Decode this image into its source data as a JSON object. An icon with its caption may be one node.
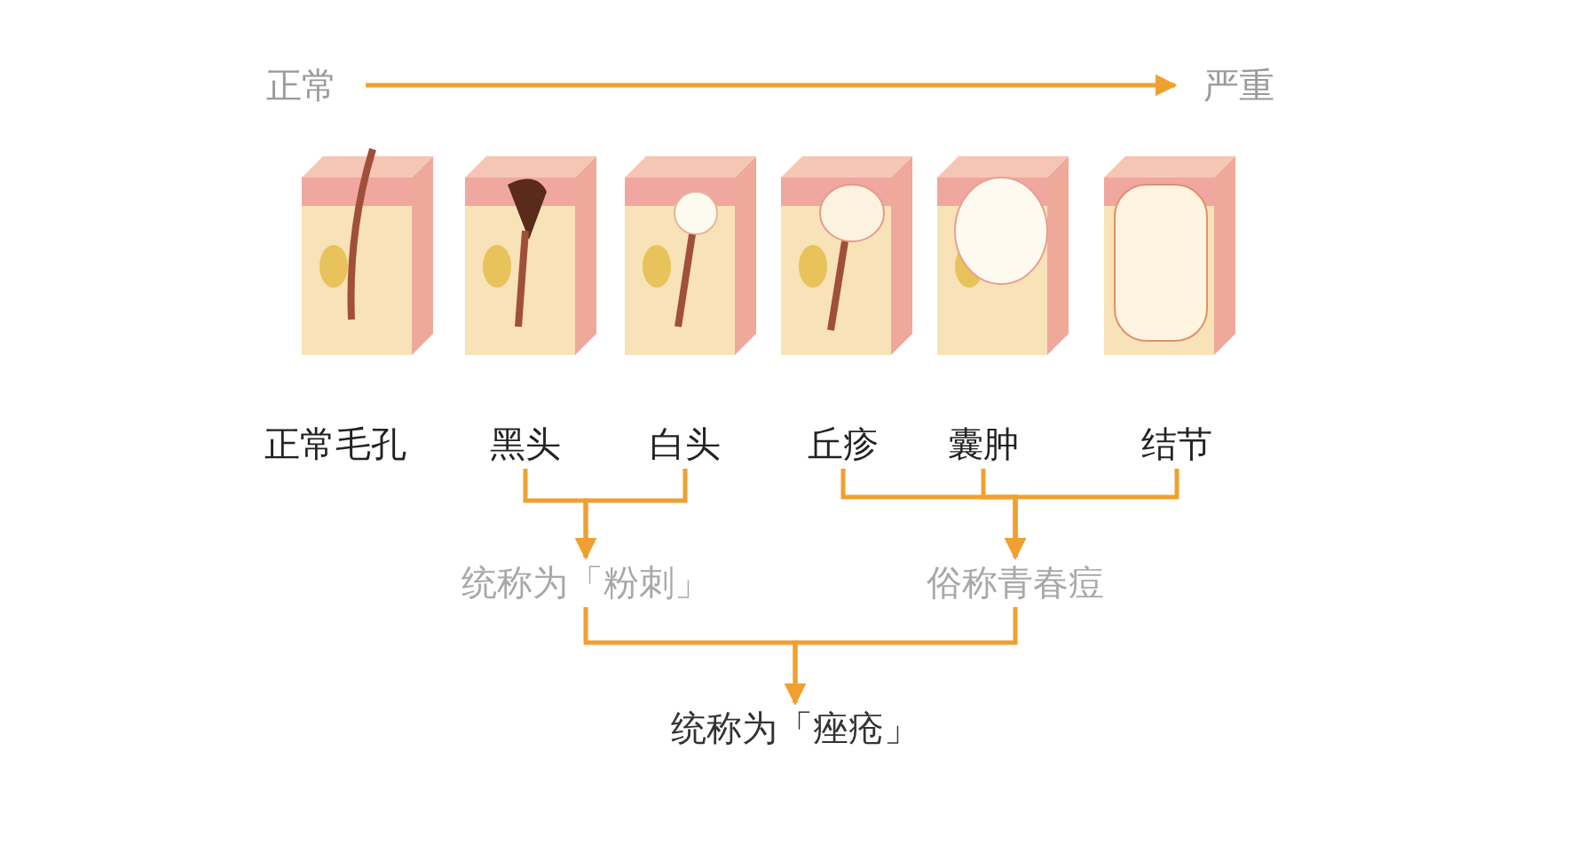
{
  "diagram": {
    "nodes": [
      {
        "text": [
          "正常"
        ]
      },
      {
        "text": [
          "严重"
        ]
      },
      {
        "text": [
          "正常毛孔"
        ]
      },
      {
        "text": [
          "黑头"
        ]
      },
      {
        "text": [
          "白头"
        ]
      },
      {
        "text": [
          "丘疹"
        ]
      },
      {
        "text": [
          "囊肿"
        ]
      },
      {
        "text": [
          "结节"
        ]
      },
      {
        "text": [
          "统称为「粉刺」"
        ]
      },
      {
        "text": [
          "俗称青春痘"
        ]
      },
      {
        "text": [
          "统称为「痤疮」"
        ]
      }
    ],
    "edges": [
      {
        "from": 0,
        "to": 1,
        "arrow": "to"
      },
      {
        "from": 3,
        "to": 8,
        "arrow": "to"
      },
      {
        "from": 4,
        "to": 8,
        "arrow": "to"
      },
      {
        "from": 5,
        "to": 9,
        "arrow": "to"
      },
      {
        "from": 6,
        "to": 9,
        "arrow": "to"
      },
      {
        "from": 7,
        "to": 9,
        "arrow": "to"
      },
      {
        "from": 8,
        "to": 10,
        "arrow": "to"
      },
      {
        "from": 9,
        "to": 10,
        "arrow": "to"
      }
    ]
  }
}
